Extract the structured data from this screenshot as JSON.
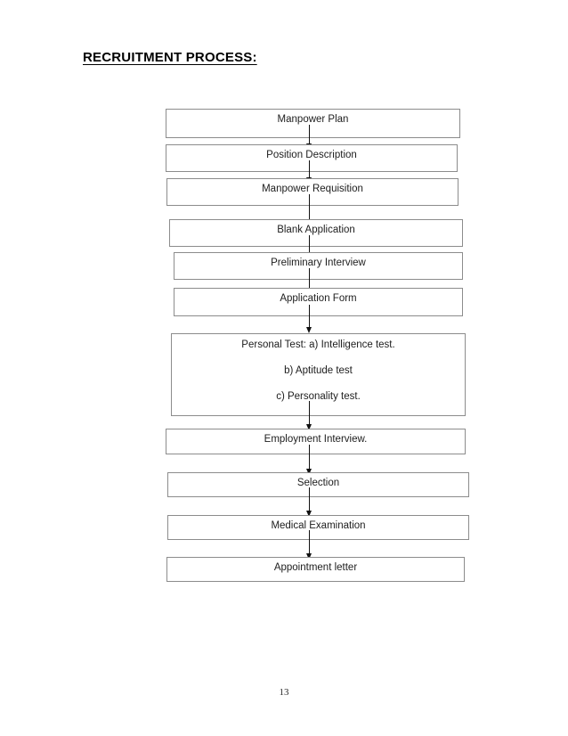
{
  "document": {
    "title": "RECRUITMENT PROCESS:",
    "page_number": "13"
  },
  "flowchart": {
    "type": "flowchart",
    "orientation": "vertical",
    "connector": "downward-arrow",
    "border_color": "#8c8c8c",
    "text_color": "#1d1d1d",
    "nodes": [
      {
        "id": "manpower-plan",
        "lines": [
          "Manpower Plan"
        ]
      },
      {
        "id": "position-description",
        "lines": [
          "Position Description"
        ]
      },
      {
        "id": "manpower-requisition",
        "lines": [
          "Manpower Requisition"
        ]
      },
      {
        "id": "blank-application",
        "lines": [
          "Blank Application"
        ]
      },
      {
        "id": "preliminary-interview",
        "lines": [
          "Preliminary Interview"
        ]
      },
      {
        "id": "application-form",
        "lines": [
          "Application Form"
        ]
      },
      {
        "id": "personal-test",
        "lines": [
          "Personal Test: a) Intelligence test.",
          "b) Aptitude test",
          "c) Personality test."
        ]
      },
      {
        "id": "employment-interview",
        "lines": [
          "Employment Interview."
        ]
      },
      {
        "id": "selection",
        "lines": [
          "Selection"
        ]
      },
      {
        "id": "medical-examination",
        "lines": [
          "Medical Examination"
        ]
      },
      {
        "id": "appointment-letter",
        "lines": [
          "Appointment letter"
        ]
      }
    ]
  }
}
